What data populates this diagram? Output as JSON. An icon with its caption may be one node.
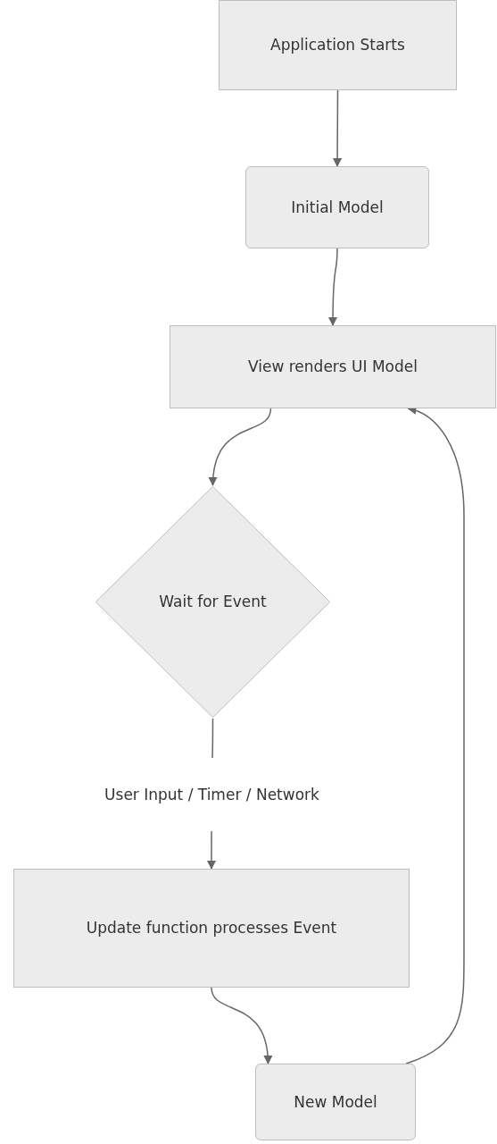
{
  "diagram": {
    "nodes": [
      {
        "text": [
          "Application Starts"
        ]
      },
      {
        "text": [
          "Initial Model"
        ]
      },
      {
        "text": [
          "View renders UI Model"
        ]
      },
      {
        "text": [
          "Wait for Event"
        ]
      },
      {
        "text": [
          "Update function processes Event"
        ]
      },
      {
        "text": [
          "New Model"
        ]
      }
    ],
    "edges": [
      {
        "from": 0,
        "to": 1,
        "arrow": "to"
      },
      {
        "from": 1,
        "to": 2,
        "arrow": "to"
      },
      {
        "from": 2,
        "to": 3,
        "arrow": "to"
      },
      {
        "from": 3,
        "to": 4,
        "arrow": "to",
        "label": "User Input / Timer / Network"
      },
      {
        "from": 4,
        "to": 5,
        "arrow": "to"
      },
      {
        "from": 5,
        "to": 2,
        "arrow": "to"
      }
    ]
  }
}
